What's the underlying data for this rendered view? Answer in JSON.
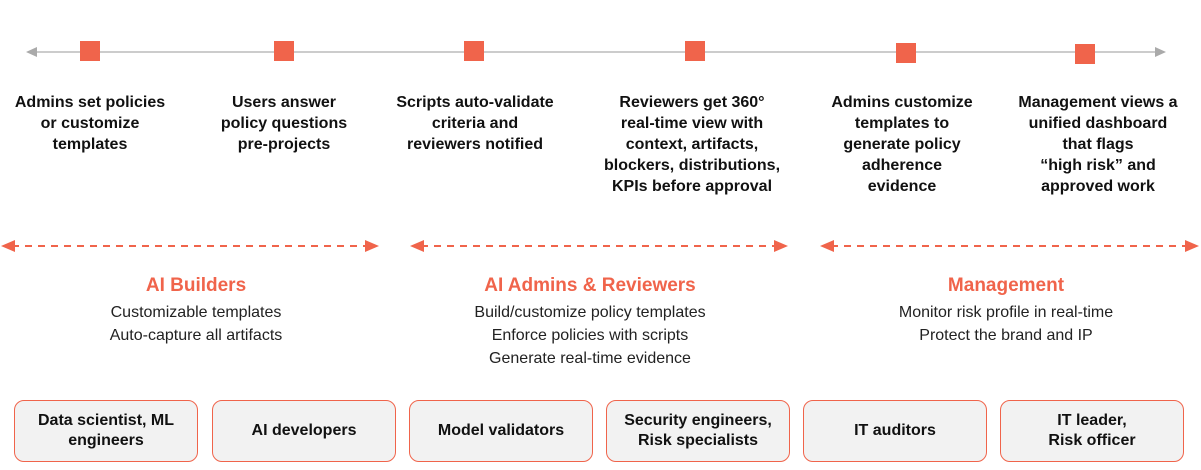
{
  "colors": {
    "accent": "#f0644b",
    "line": "#bbbbbb",
    "box_bg": "#f2f2f2"
  },
  "steps": [
    {
      "text": "Admins set policies\nor customize\ntemplates"
    },
    {
      "text": "Users answer\npolicy questions\npre-projects"
    },
    {
      "text": "Scripts auto-validate\ncriteria and\nreviewers notified"
    },
    {
      "text": "Reviewers get 360°\nreal-time view with\ncontext, artifacts,\nblockers, distributions,\nKPIs before approval"
    },
    {
      "text": "Admins customize\ntemplates to\ngenerate policy\nadherence\nevidence"
    },
    {
      "text": "Management views a\nunified dashboard\nthat flags\n“high risk” and\napproved work"
    }
  ],
  "groups": [
    {
      "title": "AI Builders",
      "items": [
        "Customizable templates",
        "Auto-capture all artifacts"
      ]
    },
    {
      "title": "AI Admins & Reviewers",
      "items": [
        "Build/customize policy templates",
        "Enforce policies with scripts",
        "Generate real-time evidence"
      ]
    },
    {
      "title": "Management",
      "items": [
        "Monitor risk profile in real-time",
        "Protect the brand and IP"
      ]
    }
  ],
  "roles": [
    {
      "label": "Data scientist, ML\nengineers"
    },
    {
      "label": "AI developers"
    },
    {
      "label": "Model validators"
    },
    {
      "label": "Security engineers,\nRisk specialists"
    },
    {
      "label": "IT auditors"
    },
    {
      "label": "IT leader,\nRisk officer"
    }
  ]
}
